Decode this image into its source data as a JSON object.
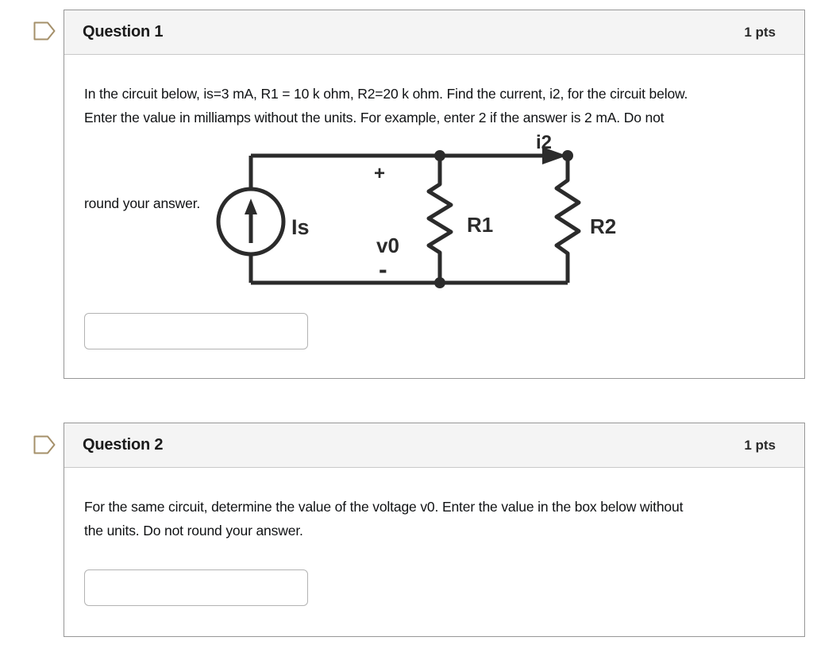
{
  "colors": {
    "header_bg": "#f4f4f4",
    "card_border": "#979797",
    "flag_accent": "#a5906a",
    "circuit_stroke": "#2b2b2b",
    "input_border": "#b3b3b3"
  },
  "questions": [
    {
      "title": "Question 1",
      "points": "1 pts",
      "lines": [
        "In the circuit below, is=3 mA, R1 = 10 k ohm, R2=20 k ohm. Find the current, i2, for the circuit below.",
        "Enter the value in milliamps without the units. For example, enter 2 if the answer is 2 mA. Do not",
        "round your answer."
      ],
      "answer_value": "",
      "answer_placeholder": ""
    },
    {
      "title": "Question 2",
      "points": "1 pts",
      "lines": [
        "For the same circuit, determine the value of the voltage v0. Enter the value in the box below without",
        "the units. Do not round your answer."
      ],
      "answer_value": "",
      "answer_placeholder": ""
    }
  ],
  "circuit": {
    "source_label": "Is",
    "r1_label": "R1",
    "r2_label": "R2",
    "current_label": "i2",
    "voltage_label": "v0",
    "plus_sign": "+",
    "minus_sign": "-"
  }
}
